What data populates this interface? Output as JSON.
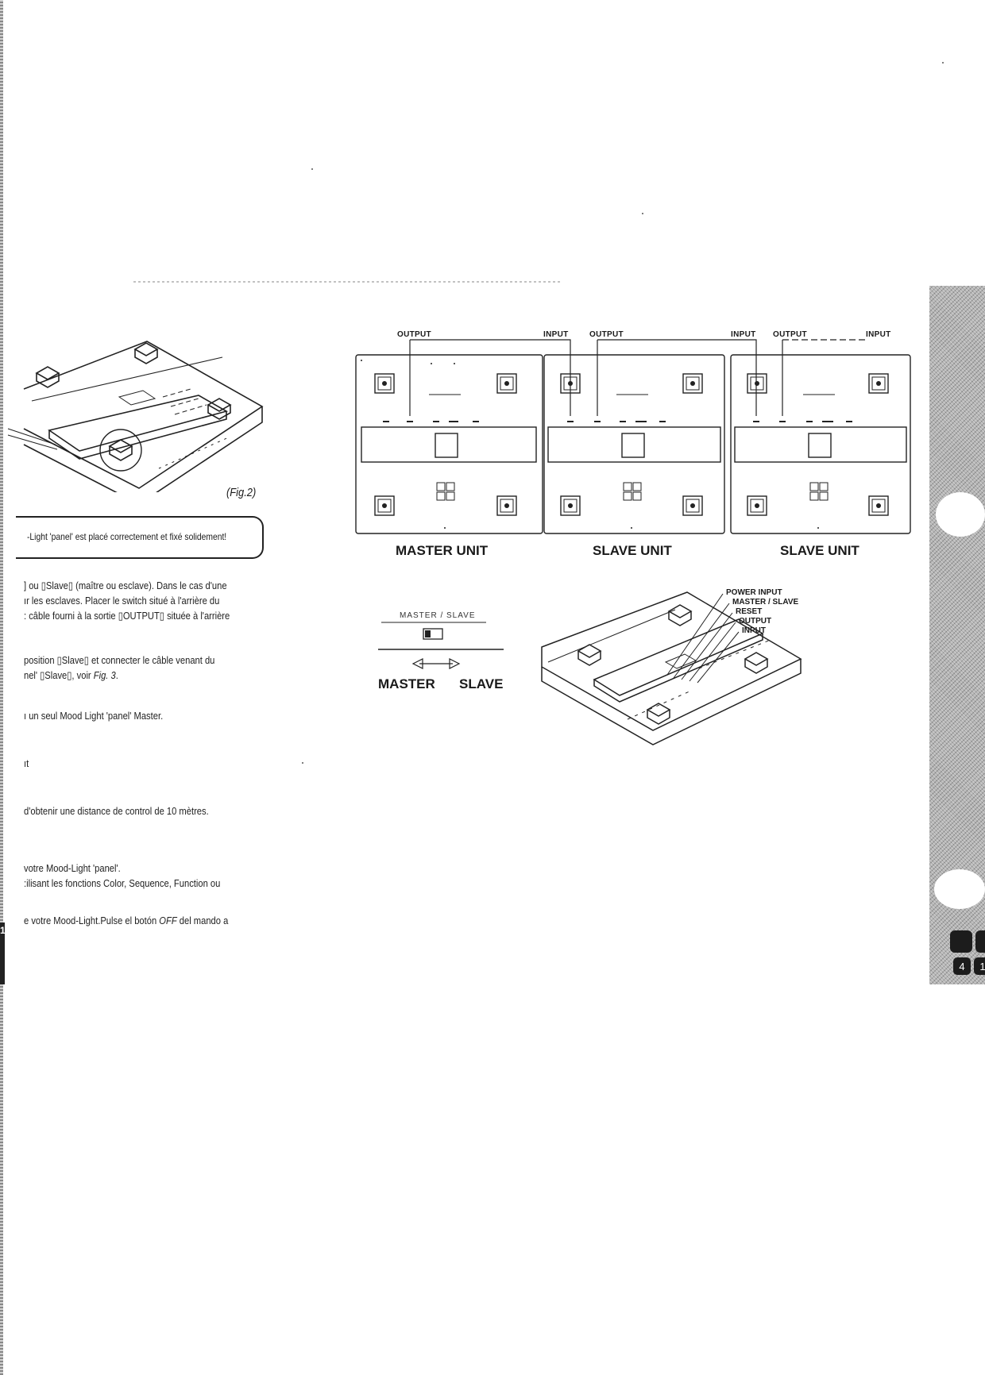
{
  "figure_caption": "(Fig.2)",
  "note_text": "-Light 'panel' est placé correctement et fixé solidement!",
  "paragraphs": [
    [
      "] ou ▯Slave▯ (maître ou esclave). Dans le cas d'une",
      "ır les esclaves. Placer le switch situé à l'arrière du",
      ": câble fourni à la sortie ▯OUTPUT▯ située à l'arrière"
    ],
    [
      "position ▯Slave▯ et connecter le câble venant du"
    ],
    [
      "ı un seul Mood Light 'panel' Master."
    ],
    [
      "ıt"
    ],
    [
      "d'obtenir une distance de control  de 10 mètres."
    ],
    [
      "votre Mood-Light 'panel'.",
      ":ilisant les fonctions Color, Sequence, Function ou"
    ]
  ],
  "fig3_line": {
    "before": "nel' ▯Slave▯, voir ",
    "ref": "Fig. 3",
    "after": "."
  },
  "last_line": {
    "before": "e votre Mood-Light.Pulse el botón ",
    "off": "OFF",
    "after": " del mando a"
  },
  "diagram": {
    "top_labels": [
      "OUTPUT",
      "INPUT",
      "OUTPUT",
      "INPUT",
      "OUTPUT",
      "INPUT"
    ],
    "units": [
      "MASTER UNIT",
      "SLAVE UNIT",
      "SLAVE UNIT"
    ],
    "switch_label": "MASTER / SLAVE",
    "switch_sides": [
      "MASTER",
      "SLAVE"
    ],
    "callouts": [
      "POWER INPUT",
      "MASTER / SLAVE",
      "RESET",
      "OUTPUT",
      "INPUT"
    ]
  },
  "page_badges": [
    "4",
    "1"
  ],
  "left_edge_digit": "1"
}
